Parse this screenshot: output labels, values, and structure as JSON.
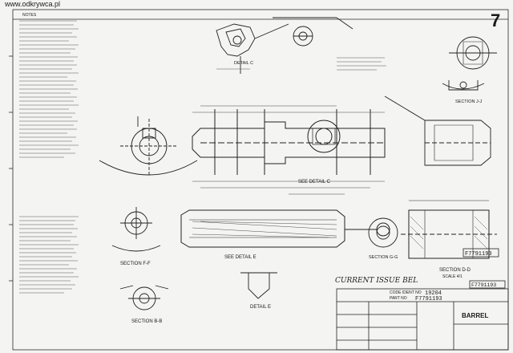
{
  "header": {
    "site_url": "www.odkrywca.pl",
    "sheet_number": "7"
  },
  "sections": {
    "j_j": "SECTION J-J",
    "f_f": "SECTION F-F",
    "g_g": "SECTION G-G",
    "d_d": "SECTION D-D",
    "b_b": "SECTION B-B"
  },
  "details": {
    "c_top": "DETAIL C",
    "c_main": "SEE DETAIL C",
    "e_ref": "SEE DETAIL E",
    "e": "DETAIL E"
  },
  "notes": {
    "scale": "SCALE 4/1",
    "notes_heading": "NOTES",
    "handwritten": "CURRENT ISSUE BEL"
  },
  "title_block": {
    "part_number_box": "F7791193",
    "part_number_box_2": "F7791193",
    "code_ident_label": "CODE IDENT NO",
    "code_ident": "19204",
    "part_no_label": "PART NO",
    "part_no": "F7791193",
    "title": "BARREL"
  }
}
